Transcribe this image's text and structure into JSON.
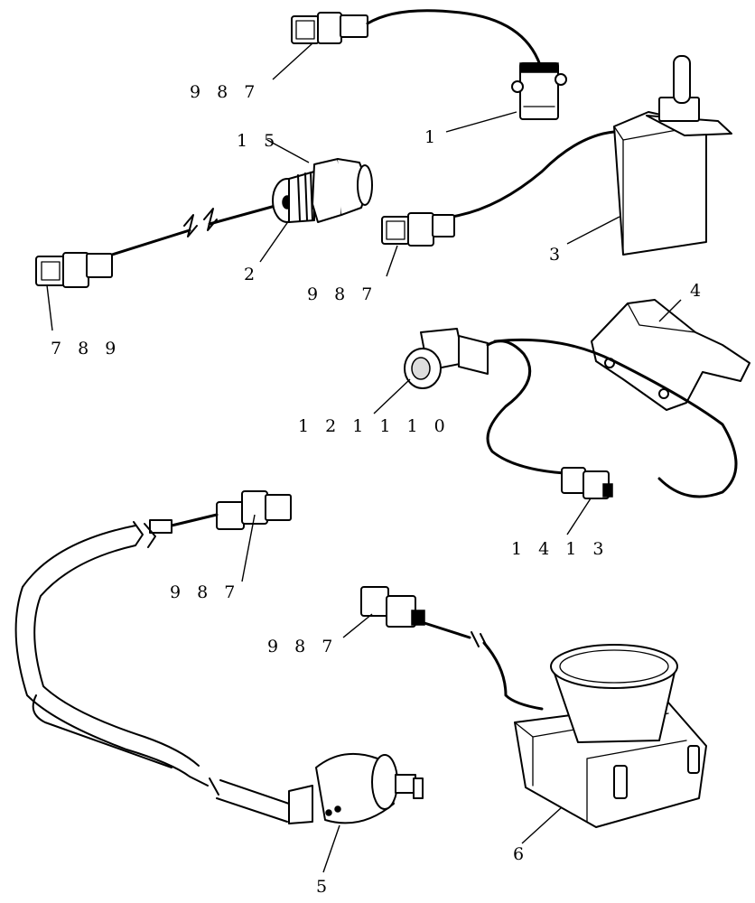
{
  "callouts": {
    "c1": "9 8 7",
    "c2": "1",
    "c3": "1 5",
    "c4": "2",
    "c5": "7 8 9",
    "c6": "9 8 7",
    "c7": "3",
    "c8": "4",
    "c9": "1 2 1 1 1 0",
    "c10": "1 4 1 3",
    "c11": "9 8 7",
    "c12": "9 8 7",
    "c13": "5",
    "c14": "6"
  }
}
